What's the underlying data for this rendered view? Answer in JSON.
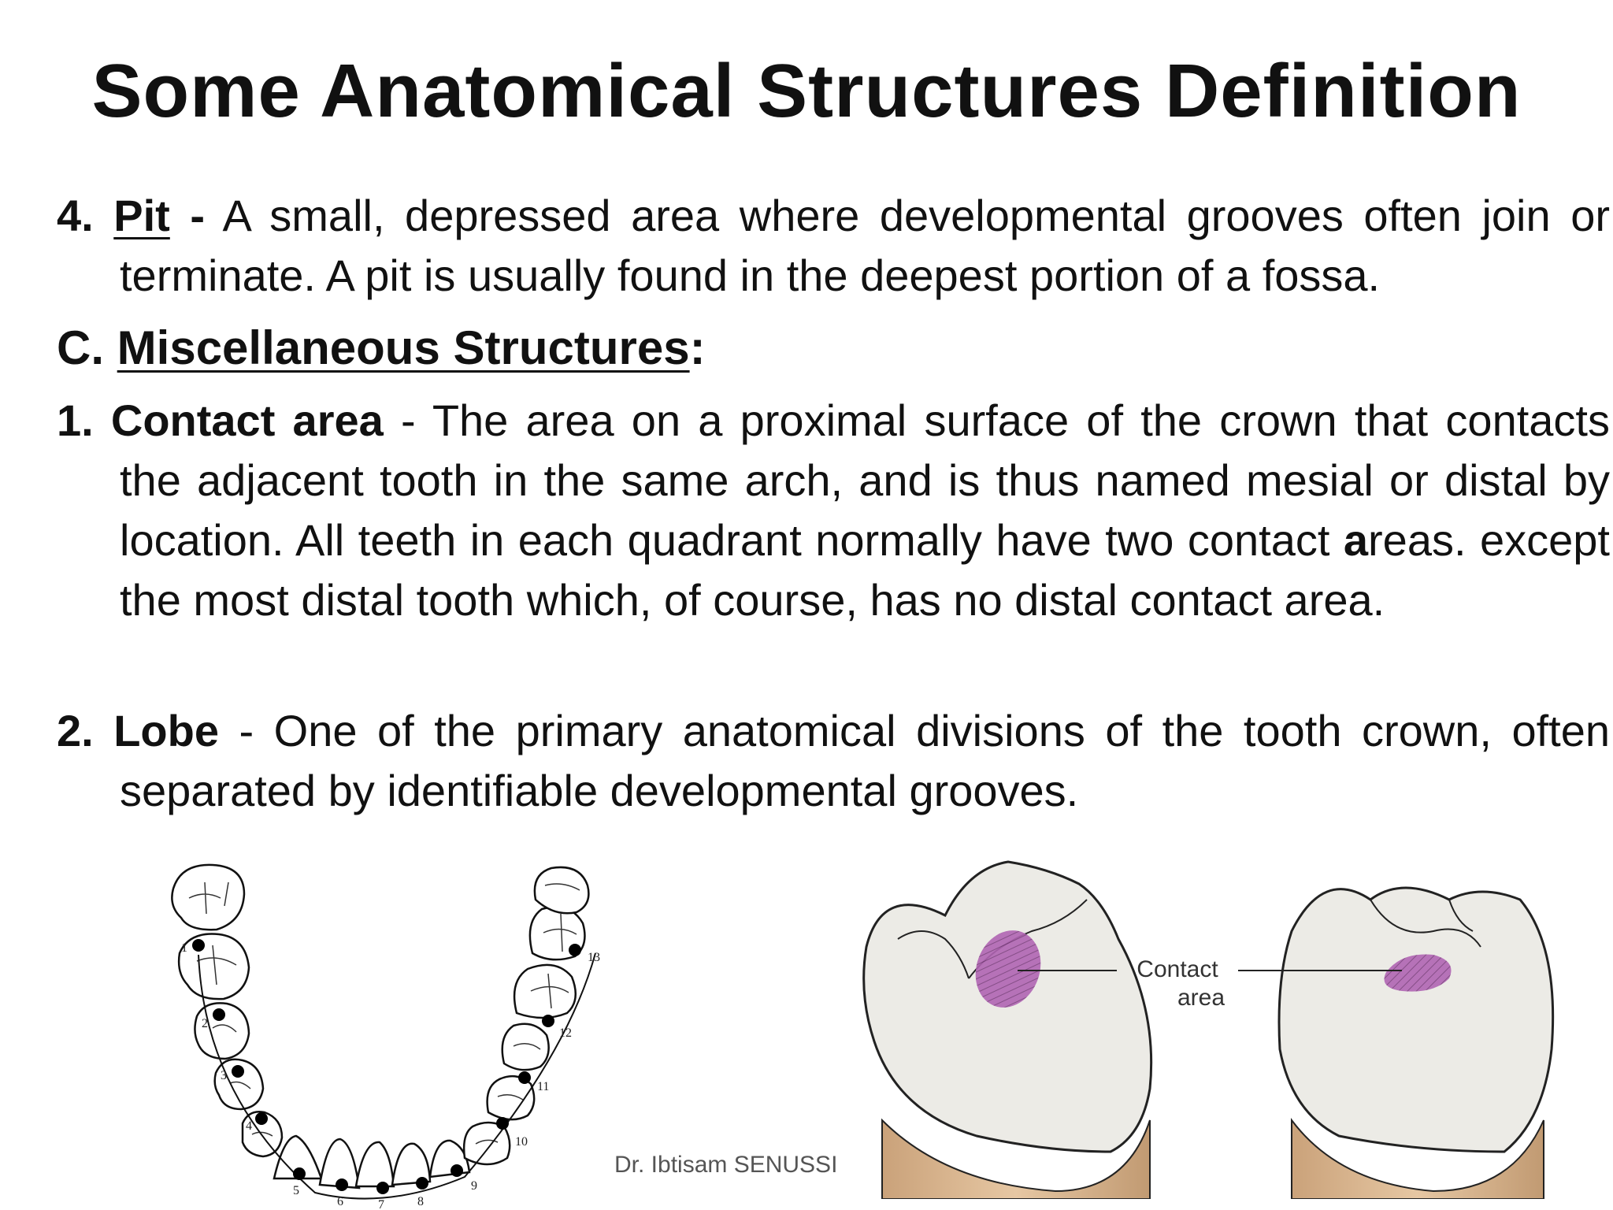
{
  "slide": {
    "title": "Some Anatomical Structures Definition",
    "item4": {
      "number": "4.",
      "term": "Pit",
      "dash": " -",
      "definition": " A small, depressed area where developmental grooves often join or terminate. A pit is usually found in the deepest portion of a fossa."
    },
    "sectionC": {
      "prefix": "C.",
      "heading": "Miscellaneous Structures",
      "colon": ":"
    },
    "item1": {
      "number": "1.",
      "term": "Contact area",
      "def_part1": " - The area on a proximal surface of the crown that contacts the adjacent tooth in the same arch, and is thus named mesial or distal by location. All teeth in each quadrant normally have two contact ",
      "bold_letter": "a",
      "def_part2": "reas. except the most distal tooth which, of course, has no distal contact area."
    },
    "item2": {
      "number": "2.",
      "term": "Lobe",
      "definition": " - One of the primary anatomical divisions of the tooth crown, often separated by identifiable developmental grooves."
    },
    "credit": "Dr. Ibtisam SENUSSI"
  },
  "figures": {
    "arch_numbers": [
      "1",
      "2",
      "3",
      "4",
      "5",
      "6",
      "7",
      "8",
      "9",
      "10",
      "11",
      "12",
      "13"
    ],
    "contact_label": [
      "Contact",
      "area"
    ],
    "colors": {
      "contact_fill": "#b064b3",
      "crown_fill": "#ecebe6",
      "root_fill": "#d6b08a"
    }
  }
}
